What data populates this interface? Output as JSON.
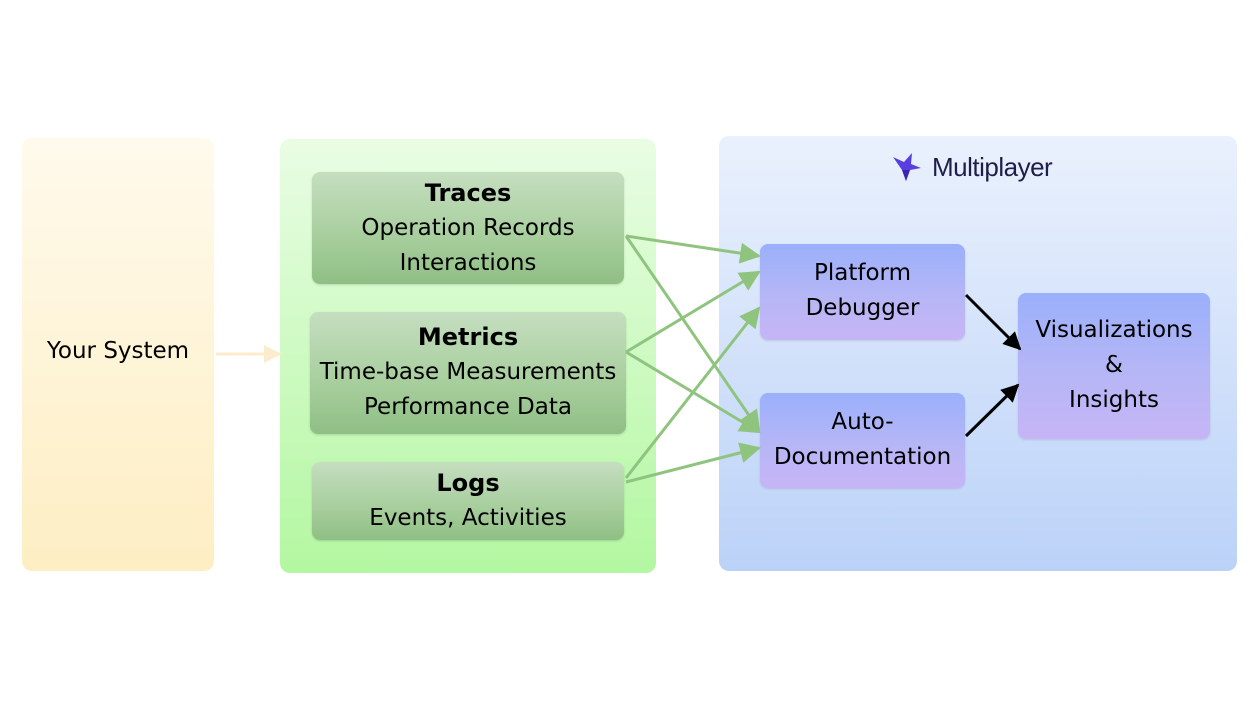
{
  "system": {
    "label": "Your System"
  },
  "telemetry": {
    "traces": {
      "title": "Traces",
      "lines": [
        "Operation Records",
        "Interactions"
      ]
    },
    "metrics": {
      "title": "Metrics",
      "lines": [
        "Time-base Measurements",
        "Performance Data"
      ]
    },
    "logs": {
      "title": "Logs",
      "lines": [
        "Events, Activities"
      ]
    }
  },
  "multiplayer": {
    "brand": "Multiplayer",
    "debugger": [
      "Platform",
      "Debugger"
    ],
    "autodoc": [
      "Auto-",
      "Documentation"
    ],
    "viz": [
      "Visualizations",
      "&",
      "Insights"
    ]
  },
  "colors": {
    "green_arrow": "#8fc47f",
    "black_arrow": "#000000",
    "brand_accent": "#5a3fe0",
    "brand_text": "#1e1e4a"
  },
  "icons": {
    "brand_logo": "multiplayer-star-logo-icon"
  }
}
